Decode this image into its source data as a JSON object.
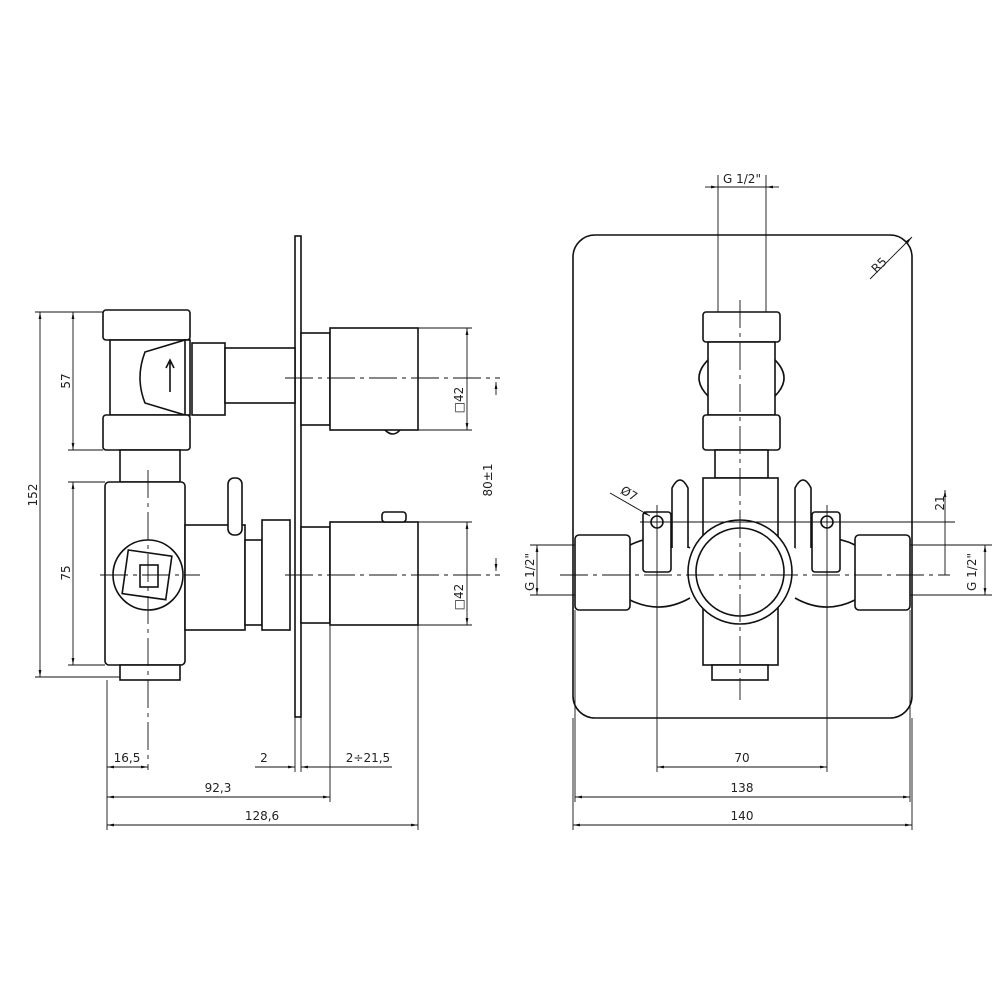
{
  "side_view": {
    "dim_total_height": "152",
    "dim_upper_valve": "57",
    "dim_lower_body": "75",
    "dim_upper_handle": "□42",
    "dim_lower_handle": "□42",
    "dim_handle_spacing": "80±1",
    "dim_pipe_offset": "16,5",
    "dim_plate_thickness": "2",
    "dim_adjust_range": "2÷21,5",
    "dim_to_plate": "92,3",
    "dim_total_depth": "128,6"
  },
  "front_view": {
    "dim_top_thread": "G 1/2\"",
    "dim_corner_radius": "R5",
    "dim_hole_diameter": "Ø7",
    "dim_hole_offset": "21",
    "dim_left_thread": "G 1/2\"",
    "dim_right_thread": "G 1/2\"",
    "dim_hole_spacing": "70",
    "dim_body_width": "138",
    "dim_plate_width": "140"
  }
}
